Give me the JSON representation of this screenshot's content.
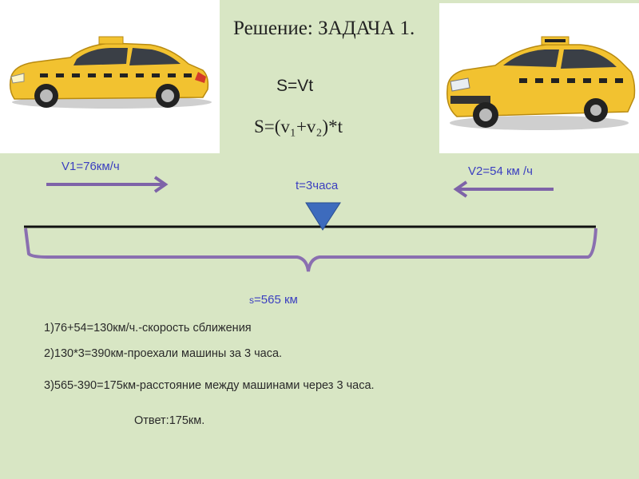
{
  "title": "Решение: ЗАДАЧА 1.",
  "formula_basic": "S=Vt",
  "formula_sum": "S=(v₁+v₂)*t",
  "speed1_label": "V1=76км/ч",
  "speed2_label": "V2=54 км /ч",
  "time_label": "t=3часа",
  "distance": {
    "prefix": "s",
    "value": "=565 км"
  },
  "steps": [
    "1)76+54=130км/ч.-скорость сближения",
    "2)130*3=390км-проехали машины за 3 часа.",
    "3)565-390=175км-расстояние между машинами через 3 часа."
  ],
  "answer": "Ответ:175км.",
  "colors": {
    "background": "#d8e6c4",
    "arrow": "#7e63a8",
    "bracket": "#8a6fb0",
    "marker": "#3d6bbd",
    "label_text": "#3b3fc0",
    "taxi_yellow": "#f2c230"
  },
  "icons": {
    "left_car": "taxi-car-icon",
    "right_car": "taxi-car-icon",
    "meeting_marker": "triangle-down-icon"
  }
}
